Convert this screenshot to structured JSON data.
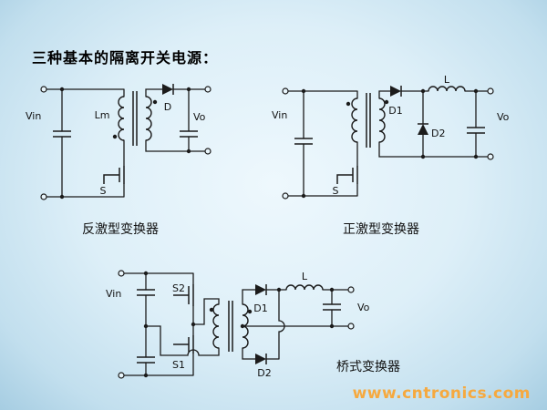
{
  "page": {
    "title": "三种基本的隔离开关电源：",
    "watermark": "www.cntronics.com"
  },
  "colors": {
    "background": "#ddeff8",
    "edge": "#a6cde2",
    "line": "#1b1b1b",
    "watermark": "#f6a93f"
  },
  "circuits": {
    "flyback": {
      "caption": "反激型变换器",
      "labels": {
        "vin": "Vin",
        "lm": "Lm",
        "s": "S",
        "d": "D",
        "vo": "Vo"
      }
    },
    "forward": {
      "caption": "正激型变换器",
      "labels": {
        "vin": "Vin",
        "s": "S",
        "d1": "D1",
        "d2": "D2",
        "l": "L",
        "vo": "Vo"
      }
    },
    "bridge": {
      "caption": "桥式变换器",
      "labels": {
        "vin": "Vin",
        "s2": "S2",
        "s1": "S1",
        "d1": "D1",
        "d2": "D2",
        "l": "L",
        "vo": "Vo"
      }
    }
  }
}
